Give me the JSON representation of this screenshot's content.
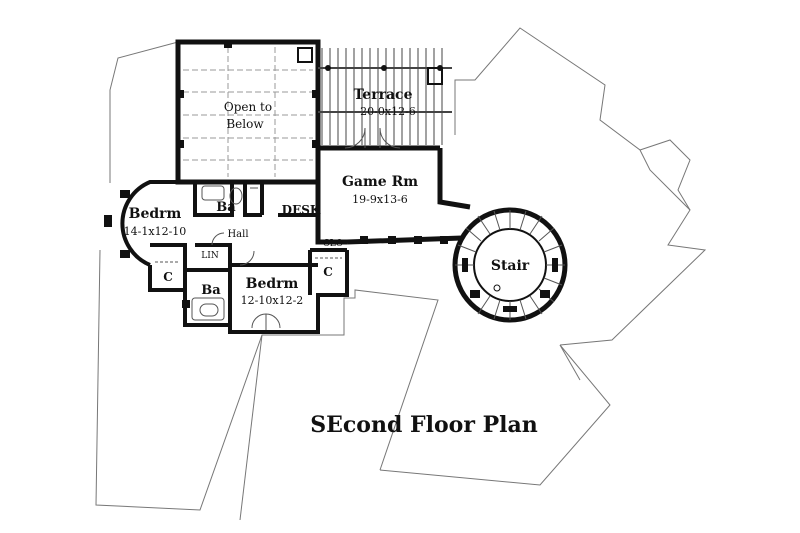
{
  "title": "SEcond Floor Plan",
  "rooms": {
    "open_to_below_1": "Open to",
    "open_to_below_2": "Below",
    "terrace": "Terrace",
    "terrace_dim": "20-0x12-6",
    "game_rm": "Game Rm",
    "game_rm_dim": "19-9x13-6",
    "desk": "DESK",
    "clo": "CLO",
    "bedrm_1": "Bedrm",
    "bedrm_1_dim": "14-1x12-10",
    "ba_1": "Ba",
    "hall": "Hall",
    "lin": "LIN",
    "c_1": "C",
    "c_2": "C",
    "ba_2": "Ba",
    "bedrm_2": "Bedrm",
    "bedrm_2_dim": "12-10x12-2",
    "stair": "Stair"
  },
  "colors": {
    "wall": "#111111",
    "outline": "#888888",
    "background": "#ffffff"
  }
}
